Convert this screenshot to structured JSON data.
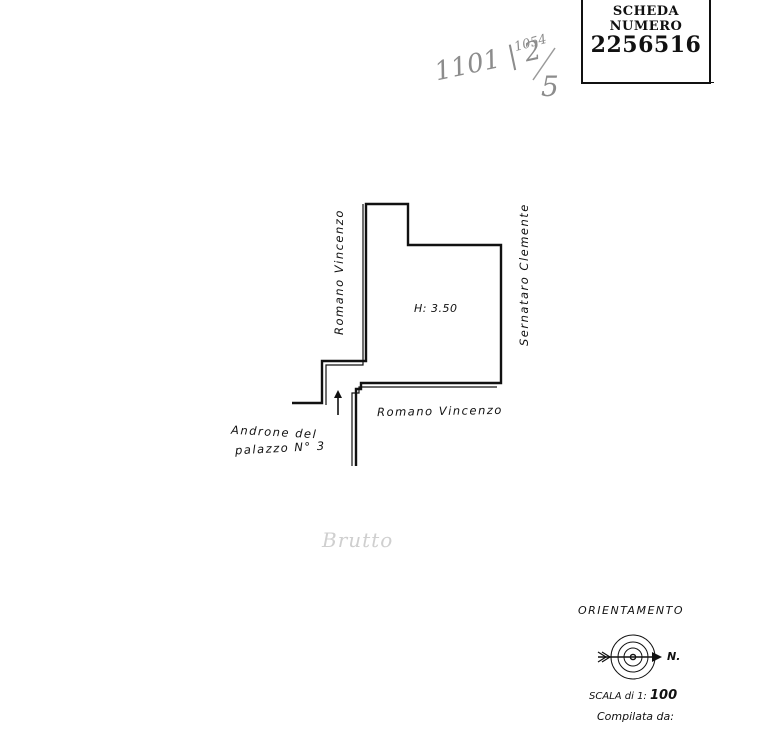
{
  "stamp": {
    "title": "SCHEDA NUMERO",
    "number": "2256516"
  },
  "handwritten_note": {
    "line1": "1101 | 2",
    "fraction_top": "1054",
    "fraction_bottom": "5"
  },
  "plan": {
    "label_left_wall": "Romano Vincenzo",
    "label_right_wall": "Sernataro Clemente",
    "label_bottom_wall": "Romano Vincenzo",
    "height_note": "H: 3.50",
    "entrance_label_line1": "Androne del",
    "entrance_label_line2": "palazzo N° 3"
  },
  "faded_stamp_text": "Brutto",
  "orientation": {
    "label": "ORIENTAMENTO",
    "north": "N.",
    "scale_prefix": "SCALA di 1:",
    "scale_value": "100",
    "compiled_by": "Compilata da:"
  }
}
